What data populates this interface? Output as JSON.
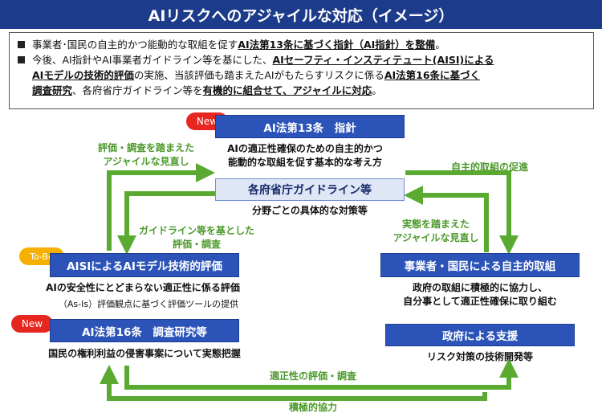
{
  "title": "AIリスクへのアジャイルな対応（イメージ）",
  "summary": {
    "line1": {
      "pre": "事業者･国民の自主的かつ能動的な取組を促す",
      "emph": "AI法第13条に基づく指針（AI指針）を整備",
      "post": "。"
    },
    "line2": {
      "pre": "今後、AI指針やAI事業者ガイドライン等を基にした、",
      "emph1": "AIセーフティ・インスティテュート(AISI)による",
      "emph1b": "AIモデルの技術的評価",
      "mid1": "の実施、当該評価も踏まえたAIがもたらすリスクに係る",
      "emph2": "AI法第16条に基づく",
      "emph2b": "調査研究",
      "mid2": "、各府省庁ガイドライン等を",
      "emph3": "有機的に組合せて、アジャイルに対応",
      "post": "。"
    }
  },
  "badges": {
    "new": "New",
    "tobe": "To-Be"
  },
  "nodes": {
    "guideline13": {
      "label": "AI法第13条　指針",
      "desc1": "AIの適正性確保のための自主的かつ",
      "desc2": "能動的な取組を促す基本的な考え方"
    },
    "ministry": {
      "label": "各府省庁ガイドライン等",
      "desc": "分野ごとの具体的な対策等"
    },
    "aisi": {
      "label": "AISIによるAIモデル技術的評価",
      "desc1": "AIの安全性にとどまらない適正性に係る評価",
      "desc2": "（As-Is）評価観点に基づく評価ツールの提供"
    },
    "research16": {
      "label": "AI法第16条　調査研究等",
      "desc": "国民の権利利益の侵害事案について実態把握"
    },
    "business": {
      "label": "事業者・国民による自主的取組",
      "desc1": "政府の取組に積極的に協力し、",
      "desc2": "自分事として適正性確保に取り組む"
    },
    "government": {
      "label": "政府による支援",
      "desc": "リスク対策の技術開発等"
    }
  },
  "arrow_labels": {
    "review_eval": {
      "l1": "評価・調査を踏まえた",
      "l2": "アジャイルな見直し"
    },
    "based_on_guideline": {
      "l1": "ガイドライン等を基とした",
      "l2": "評価・調査"
    },
    "promote": "自主的取組の促進",
    "review_reality": {
      "l1": "実態を踏まえた",
      "l2": "アジャイルな見直し"
    },
    "eval_survey": "適正性の評価・調査",
    "cooperation": "積極的協力"
  },
  "colors": {
    "arrow": "#5aaa32",
    "title_bg": "#1c3b8a",
    "box_dark": "#2c54b8",
    "badge_new": "#e6261f",
    "badge_tobe": "#f5b000"
  }
}
